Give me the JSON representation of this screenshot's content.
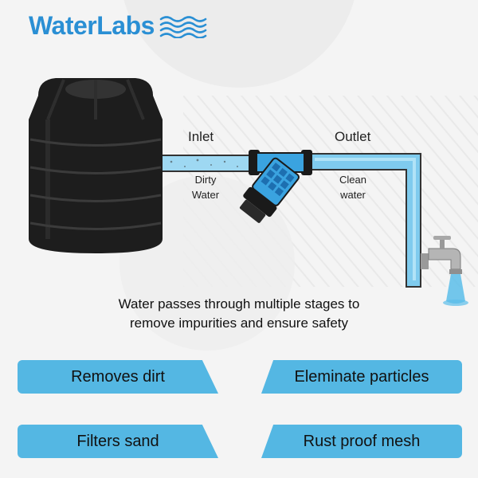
{
  "brand": {
    "name_part1": "Water",
    "name_part2": "Labs",
    "color": "#2a8fd4"
  },
  "labels": {
    "inlet": "Inlet",
    "outlet": "Outlet",
    "dirty_water": [
      "Dirty",
      "Water"
    ],
    "clean_water": [
      "Clean",
      "water"
    ]
  },
  "caption": {
    "line1": "Water passes through multiple stages to",
    "line2": "remove impurities and ensure safety"
  },
  "features": [
    {
      "label": "Removes dirt"
    },
    {
      "label": "Eleminate particles"
    },
    {
      "label": "Filters sand"
    },
    {
      "label": "Rust proof mesh"
    }
  ],
  "colors": {
    "accent": "#54b7e3",
    "pipe": "#8fd2f0",
    "filter_body": "#3aa3e0",
    "tank": "#1d1d1d"
  },
  "icons": [
    "water-wave-icon",
    "water-tank",
    "y-strainer-filter",
    "faucet-icon"
  ]
}
